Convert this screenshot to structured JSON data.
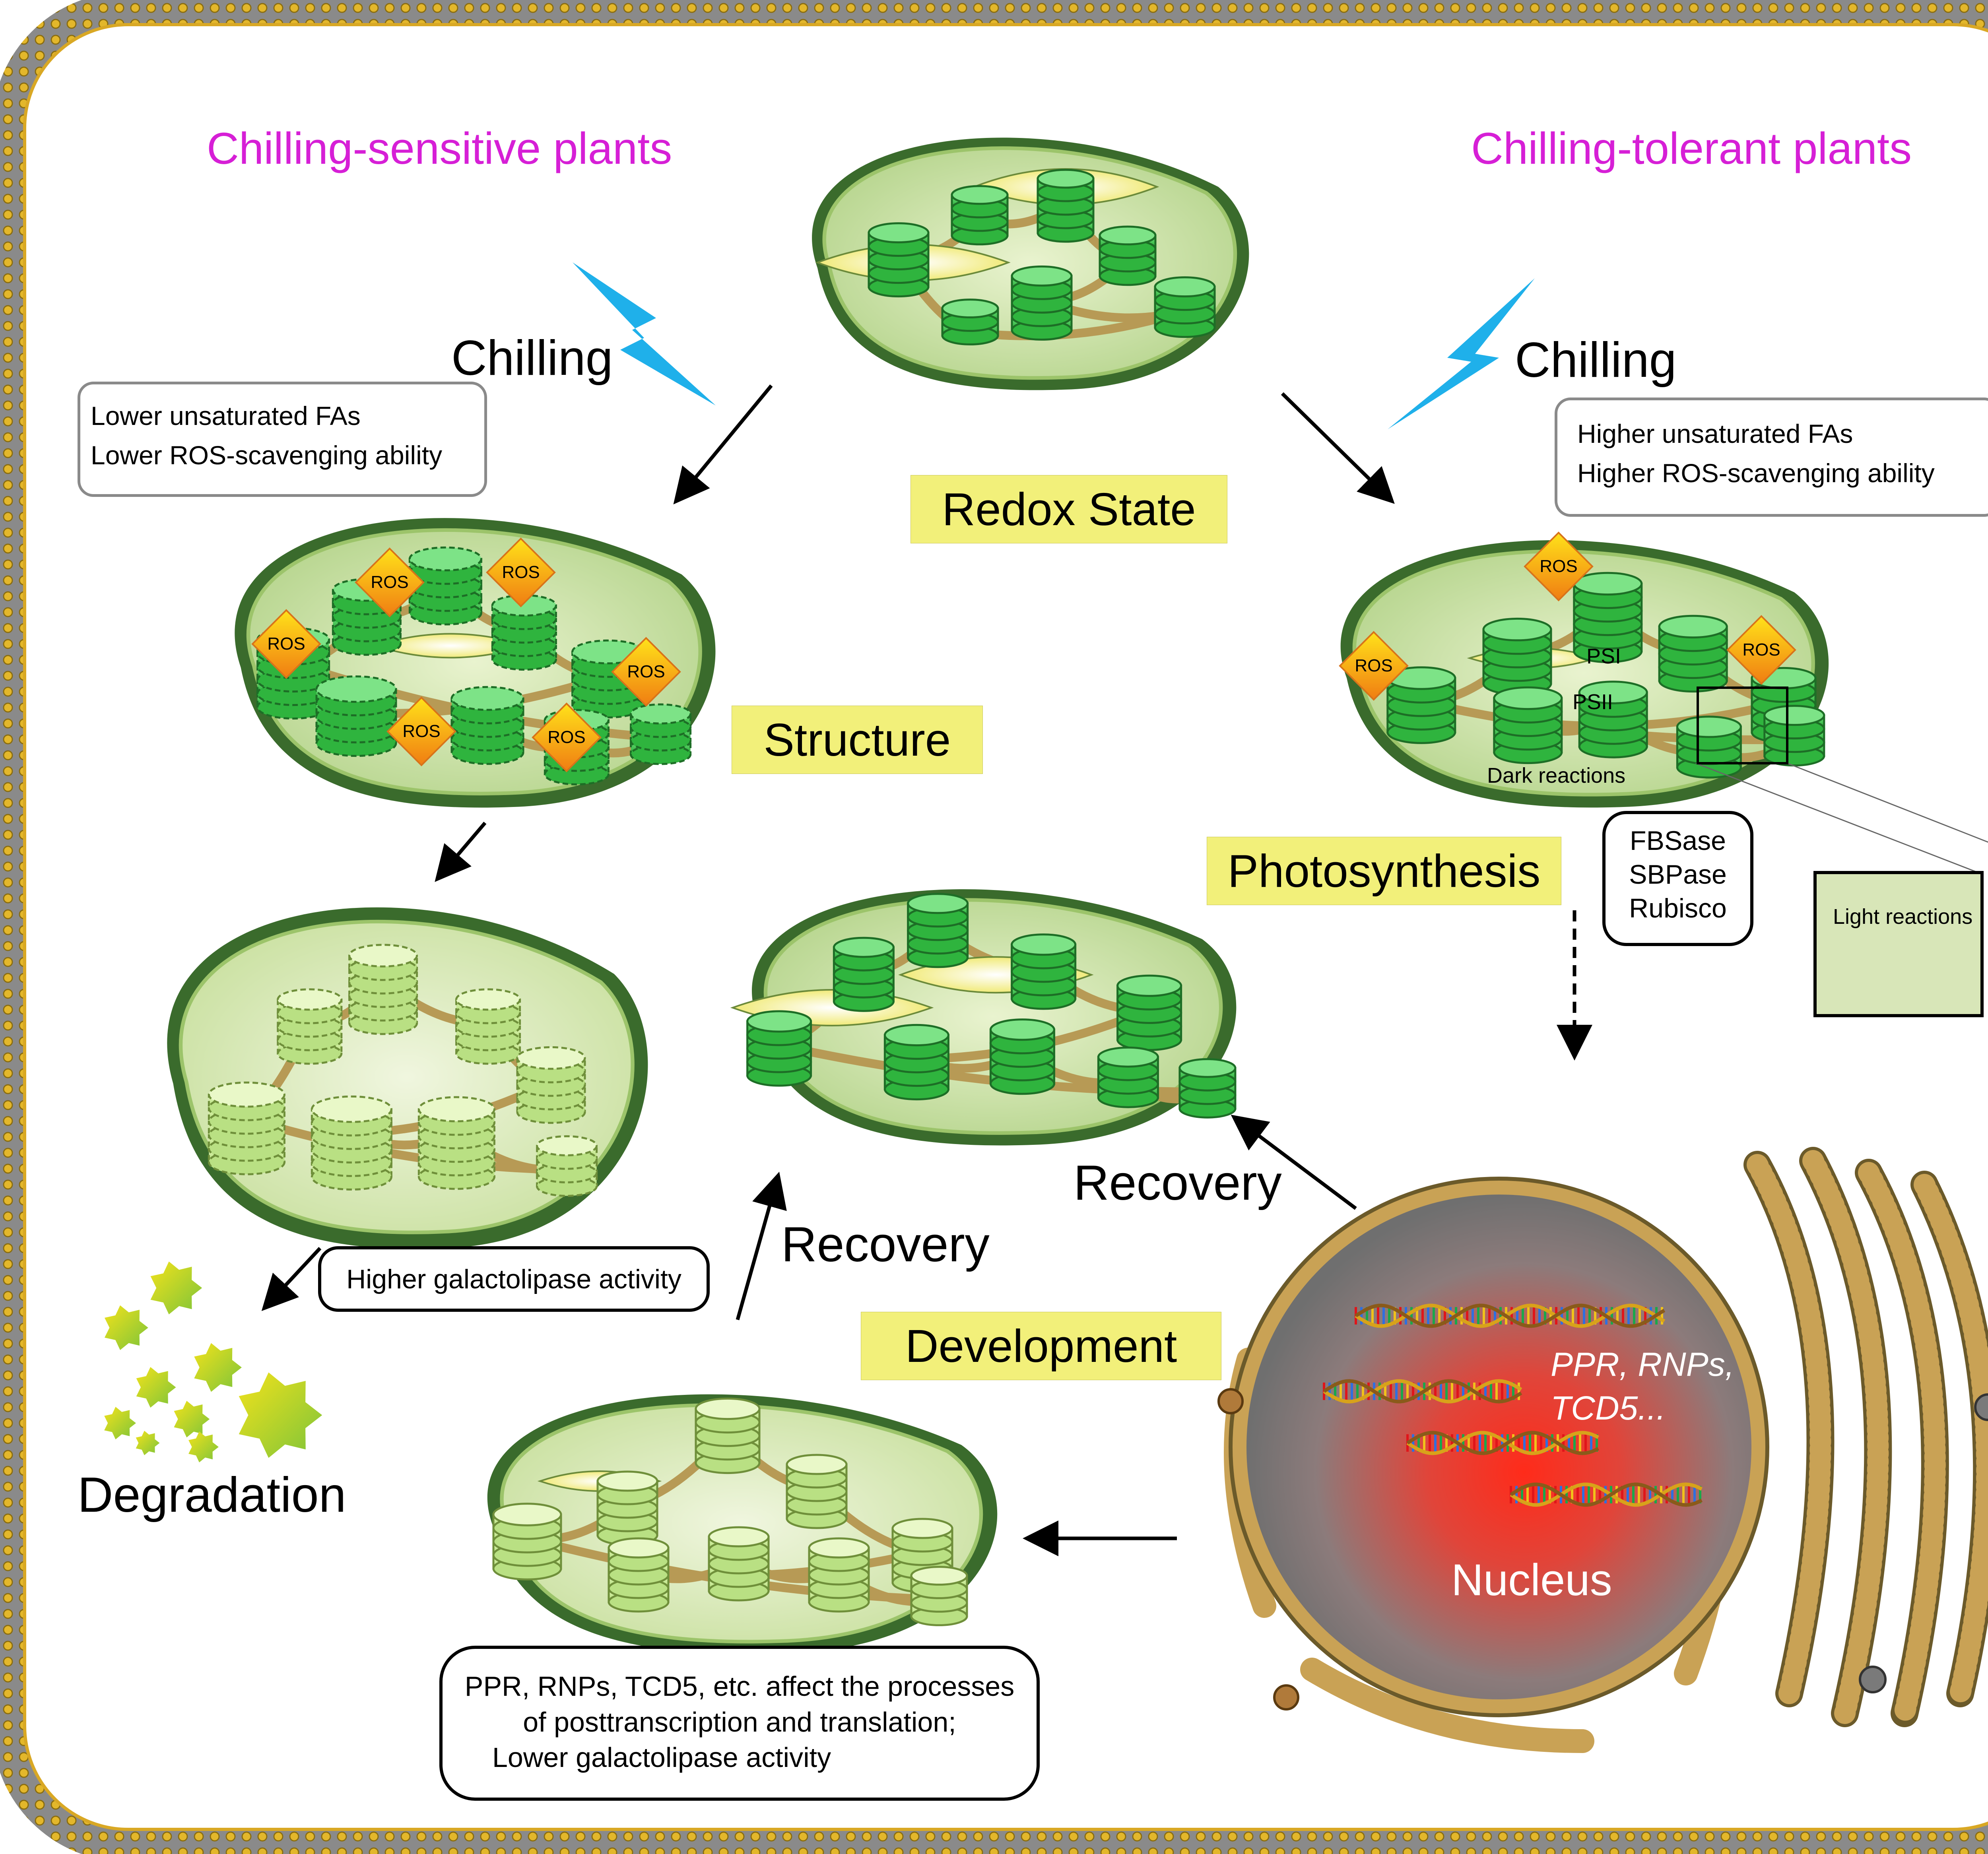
{
  "headings": {
    "sensitive": "Chilling-sensitive plants",
    "tolerant": "Chilling-tolerant plants"
  },
  "labels": {
    "chilling_left": "Chilling",
    "chilling_right": "Chilling",
    "recovery_center": "Recovery",
    "recovery_right": "Recovery",
    "degradation": "Degradation",
    "nucleus": "Nucleus",
    "psi": "PSI",
    "psii": "PSII",
    "dark_reactions": "Dark reactions",
    "light_reactions": "Light reactions",
    "ros": "ROS"
  },
  "boxes": {
    "redox": "Redox State",
    "structure": "Structure",
    "photosynthesis": "Photosynthesis",
    "development": "Development"
  },
  "callouts": {
    "left_top": [
      "Lower unsaturated FAs",
      "Lower ROS-scavenging ability"
    ],
    "right_top": [
      "Higher unsaturated FAs",
      "Higher ROS-scavenging ability"
    ],
    "enzymes": [
      "FBSase",
      "SBPase",
      "Rubisco"
    ],
    "galactolipase": "Higher galactolipase activity",
    "bottom": [
      "PPR, RNPs, TCD5, etc. affect the processes",
      "of posttranscription and translation;",
      "Lower galactolipase activity"
    ]
  },
  "nucleus_genes": [
    "PPR, RNPs,",
    "TCD5..."
  ],
  "colors": {
    "heading": "#d61fd6",
    "box_fill": "#f2f07a",
    "lightning": "#1fb0ea",
    "chloroplast_outer": "#3a6b2c",
    "thylakoid": "#3cc04a",
    "ros": "#f39a1c",
    "membrane": "#c79a1f"
  }
}
